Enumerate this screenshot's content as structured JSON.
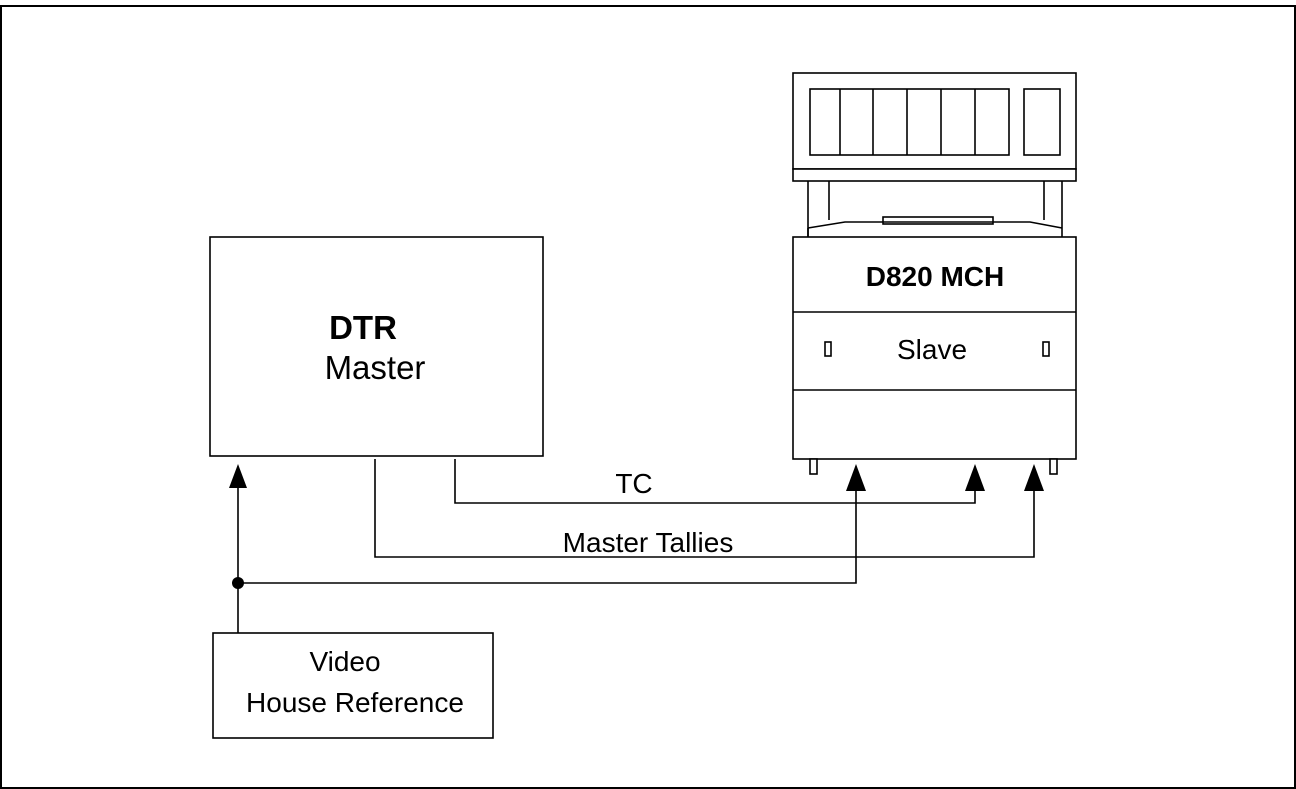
{
  "master": {
    "title": "DTR",
    "subtitle": "Master"
  },
  "slave": {
    "title": "D820 MCH",
    "subtitle": "Slave"
  },
  "reference": {
    "line1": "Video",
    "line2": "House Reference"
  },
  "connections": {
    "tc": "TC",
    "tallies": "Master Tallies"
  },
  "colors": {
    "line": "#000000",
    "background": "#ffffff"
  }
}
